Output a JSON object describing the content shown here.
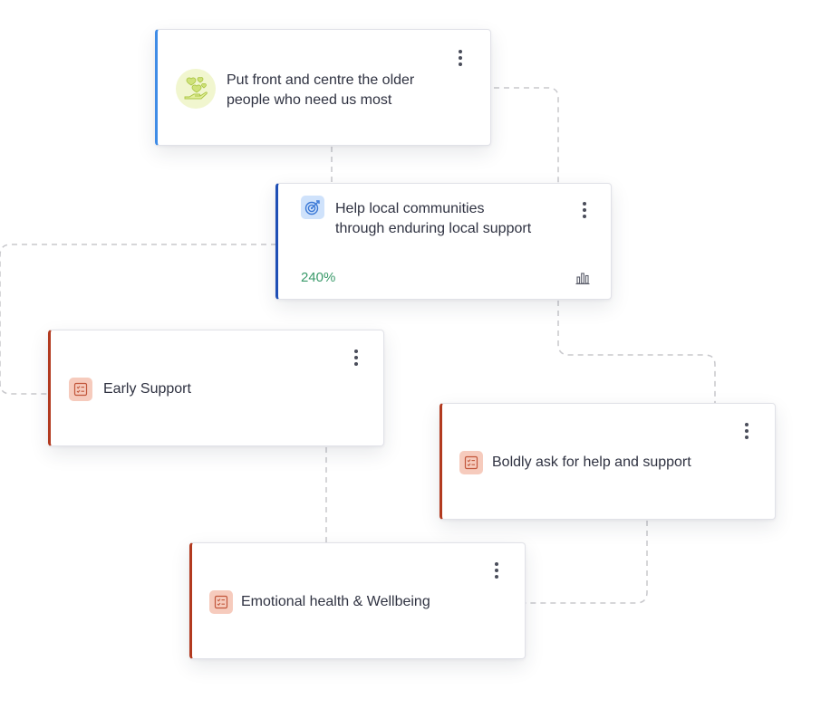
{
  "colors": {
    "mission_accent": "#3f8ce6",
    "goal_accent": "#1f4fb5",
    "task_accent": "#b23a1f",
    "progress_text": "#3a9a6a",
    "connector": "#c8c8cc"
  },
  "cards": {
    "mission": {
      "title_line1": "Put front and centre the older",
      "title_line2": "people who need us most",
      "icon": "hearts-hand-icon"
    },
    "goal": {
      "title_line1": "Help local communities",
      "title_line2": "through enduring local support",
      "progress": "240%",
      "icon": "target-icon",
      "chart_icon": "bar-chart-icon"
    },
    "early_support": {
      "title": "Early Support",
      "icon": "checklist-icon"
    },
    "boldly_ask": {
      "title": "Boldly ask for help and support",
      "icon": "checklist-icon"
    },
    "emotional_health": {
      "title": "Emotional health & Wellbeing",
      "icon": "checklist-icon"
    }
  }
}
